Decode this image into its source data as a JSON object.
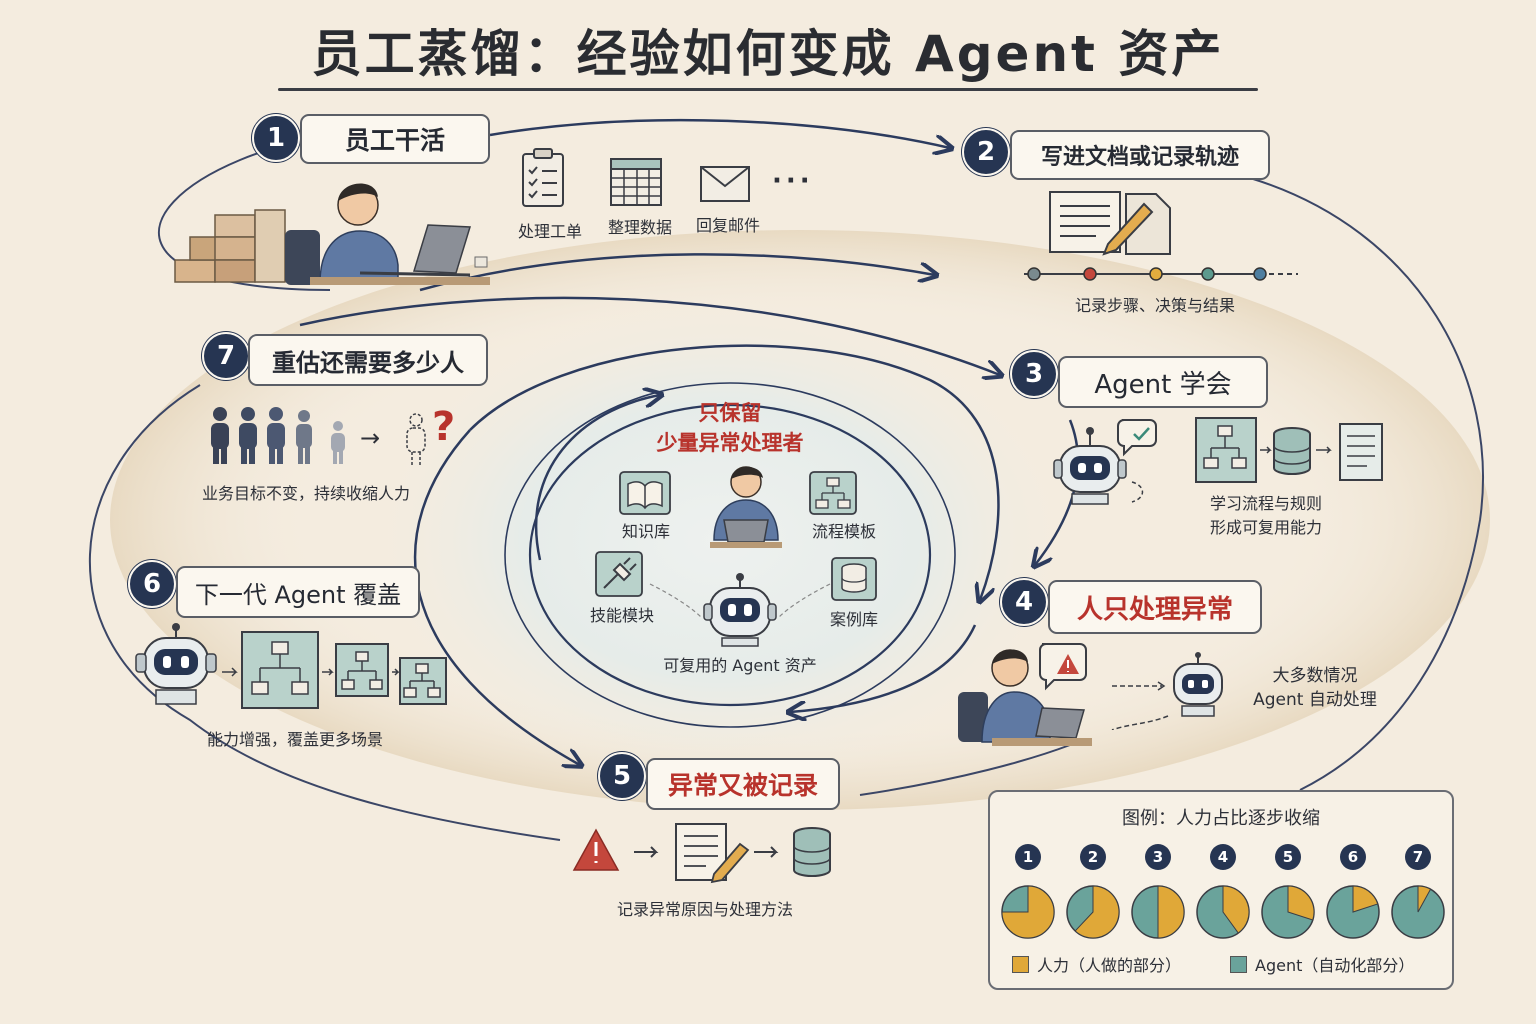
{
  "title": "员工蒸馏：经验如何变成 Agent 资产",
  "colors": {
    "background": "#f4ecdf",
    "accent_navy": "#263552",
    "exception_red": "#b8332c",
    "human": "#e0a838",
    "agent": "#6aa39b"
  },
  "steps": [
    {
      "num": "1",
      "label": "员工干活"
    },
    {
      "num": "2",
      "label": "写进文档或记录轨迹"
    },
    {
      "num": "3",
      "label": "Agent 学会"
    },
    {
      "num": "4",
      "label": "人只处理异常"
    },
    {
      "num": "5",
      "label": "异常又被记录"
    },
    {
      "num": "6",
      "label": "下一代 Agent 覆盖"
    },
    {
      "num": "7",
      "label": "重估还需要多少人"
    }
  ],
  "step1": {
    "tasks": [
      "处理工单",
      "整理数据",
      "回复邮件"
    ],
    "more": "···"
  },
  "step2": {
    "caption": "记录步骤、决策与结果"
  },
  "step3": {
    "caption_line1": "学习流程与规则",
    "caption_line2": "形成可复用能力"
  },
  "step4": {
    "note_line1": "大多数情况",
    "note_line2": "Agent 自动处理"
  },
  "step5": {
    "caption": "记录异常原因与处理方法"
  },
  "step6": {
    "caption": "能力增强，覆盖更多场景"
  },
  "step7": {
    "caption": "业务目标不变，持续收缩人力",
    "question": "?",
    "arrow": "→"
  },
  "center": {
    "title_line1": "只保留",
    "title_line2": "少量异常处理者",
    "items": [
      "知识库",
      "流程模板",
      "技能模块",
      "案例库"
    ],
    "caption": "可复用的 Agent 资产"
  },
  "legend": {
    "title": "图例：人力占比逐步收缩",
    "stages": [
      "1",
      "2",
      "3",
      "4",
      "5",
      "6",
      "7"
    ],
    "human_share": [
      0.75,
      0.62,
      0.5,
      0.4,
      0.3,
      0.2,
      0.08
    ],
    "human_label": "人力（人做的部分）",
    "agent_label": "Agent（自动化部分）"
  }
}
